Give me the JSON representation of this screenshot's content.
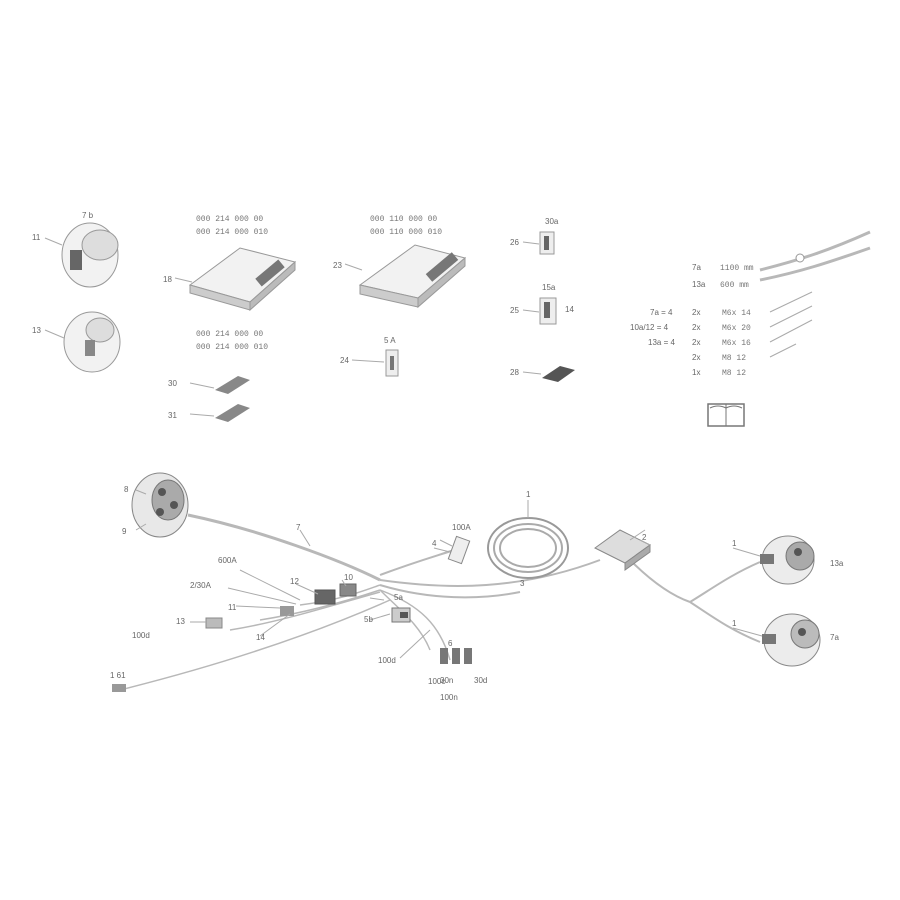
{
  "top": {
    "sockets": [
      "11",
      "13"
    ],
    "socket_tag": "7 b",
    "module_codes_a": [
      "000 214 000 00",
      "000 214 000 010"
    ],
    "module_codes_b": [
      "000 110 000 00",
      "000 110 000 010"
    ],
    "module_labels": [
      "18",
      "23"
    ],
    "plate_codes": [
      "000 214 000 00",
      "000 214 000 010"
    ],
    "plates": [
      "30",
      "31"
    ],
    "relay_label": "24",
    "relay_tag": "5 A",
    "fuses": [
      "26",
      "25",
      "28"
    ],
    "fuse_tags": [
      "30a",
      "15a",
      "14"
    ],
    "cables": [
      {
        "label": "7a",
        "length": "1100 mm"
      },
      {
        "label": "13a",
        "length": "600 mm"
      }
    ],
    "screws": [
      {
        "ref": "7a = 4",
        "qty": "2x",
        "spec": "M6x 14"
      },
      {
        "ref": "10a/12 = 4",
        "qty": "2x",
        "spec": "M6x 20"
      },
      {
        "ref": "13a = 4",
        "qty": "2x",
        "spec": "M6x 16"
      },
      {
        "ref": "",
        "qty": "2x",
        "spec": "M8 12"
      },
      {
        "ref": "",
        "qty": "1x",
        "spec": "M8 12"
      }
    ],
    "manual_icon": "book-icon"
  },
  "bottom": {
    "numbers": [
      "8",
      "9",
      "7",
      "1",
      "2",
      "4",
      "3",
      "5a",
      "5b",
      "1",
      "1",
      "14",
      "11",
      "12",
      "10",
      "13",
      "6"
    ],
    "wire_tags": [
      "100A",
      "600A",
      "2/30A",
      "100d",
      "100d",
      "30d",
      "30n",
      "100c",
      "100n",
      "1 61"
    ],
    "plug_tags": [
      "13a",
      "7a"
    ]
  }
}
